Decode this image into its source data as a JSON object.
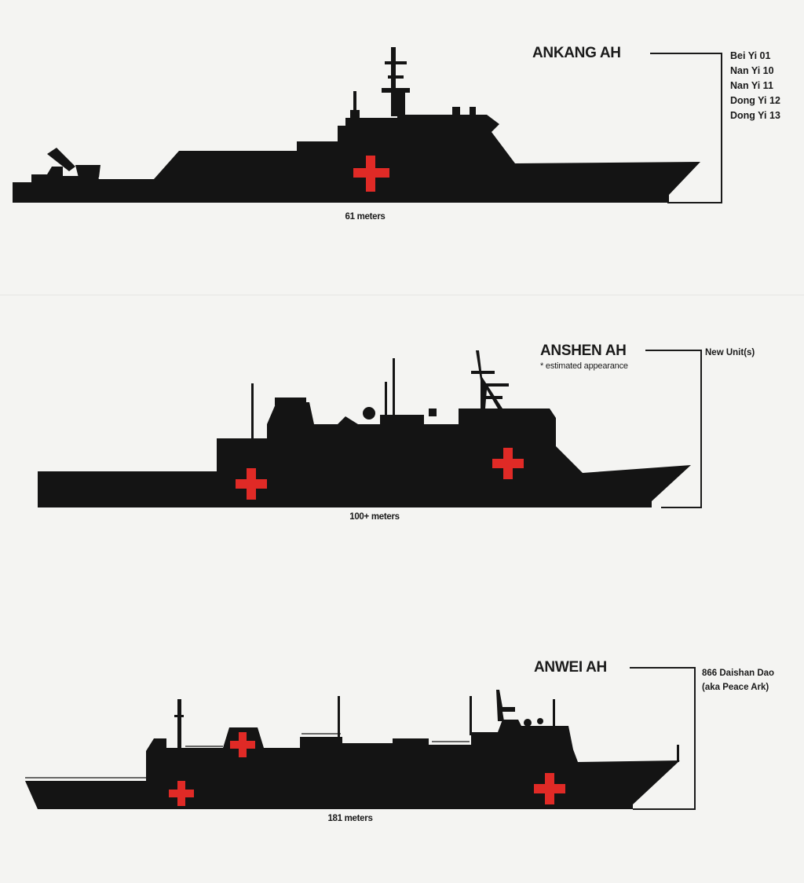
{
  "ships": [
    {
      "class_name": "ANKANG AH",
      "note": "",
      "hulls": [
        "Bei Yi 01",
        "Nan Yi 10",
        "Nan Yi 11",
        "Dong Yi 12",
        "Dong Yi 13"
      ],
      "length_label": "61 meters"
    },
    {
      "class_name": "ANSHEN AH",
      "note": "* estimated appearance",
      "hulls": [
        "New Unit(s)"
      ],
      "length_label": "100+ meters"
    },
    {
      "class_name": "ANWEI AH",
      "note": "",
      "hulls": [
        "866 Daishan Dao",
        "(aka Peace Ark)"
      ],
      "length_label": "181 meters"
    }
  ],
  "colors": {
    "silhouette": "#141414",
    "cross": "#e02a26",
    "background": "#f4f4f2"
  },
  "icons": [
    "red-cross-icon",
    "ship-silhouette-icon"
  ]
}
